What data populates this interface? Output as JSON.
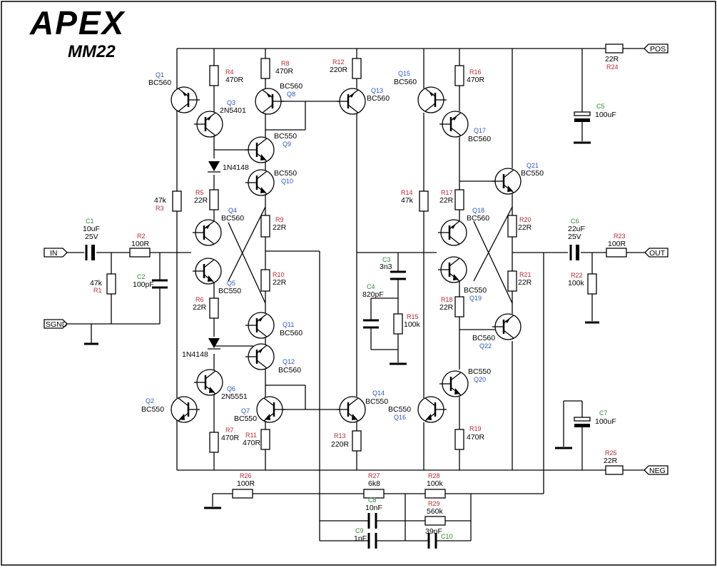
{
  "brand": {
    "logo": "APEX",
    "model": "MM22"
  },
  "ports": {
    "in": "IN",
    "sgnd": "SGND",
    "pos": "POS",
    "out": "OUT",
    "neg": "NEG"
  },
  "components": {
    "C1": {
      "ref": "C1",
      "value": "10uF",
      "value2": "25V"
    },
    "R2": {
      "ref": "R2",
      "value": "100R"
    },
    "R1": {
      "ref": "R1",
      "value": "47k"
    },
    "C2": {
      "ref": "C2",
      "value": "100pF"
    },
    "R3": {
      "ref": "R3",
      "value": "47k"
    },
    "Q1": {
      "ref": "Q1",
      "value": "BC560"
    },
    "R4": {
      "ref": "R4",
      "value": "470R"
    },
    "Q3": {
      "ref": "Q3",
      "value": "2N5401"
    },
    "D1": {
      "value": "1N4148"
    },
    "R5": {
      "ref": "R5",
      "value": "22R"
    },
    "Q4": {
      "ref": "Q4",
      "value": "BC560"
    },
    "Q5": {
      "ref": "Q5",
      "value": "BC550"
    },
    "R6": {
      "ref": "R6",
      "value": "22R"
    },
    "D2": {
      "value": "1N4148"
    },
    "Q6": {
      "ref": "Q6",
      "value": "2N5551"
    },
    "Q2": {
      "ref": "Q2",
      "value": "BC550"
    },
    "R7": {
      "ref": "R7",
      "value": "470R"
    },
    "R8": {
      "ref": "R8",
      "value": "470R"
    },
    "Q8": {
      "ref": "Q8",
      "value": "BC560"
    },
    "Q9": {
      "ref": "Q9",
      "value": "BC550"
    },
    "Q10": {
      "ref": "Q10",
      "value": "BC550"
    },
    "R9": {
      "ref": "R9",
      "value": "22R"
    },
    "R10": {
      "ref": "R10",
      "value": "22R"
    },
    "Q11": {
      "ref": "Q11",
      "value": "BC560"
    },
    "Q12": {
      "ref": "Q12",
      "value": "BC560"
    },
    "Q7": {
      "ref": "Q7",
      "value": "BC550"
    },
    "R11": {
      "ref": "R11",
      "value": "470R"
    },
    "R12": {
      "ref": "R12",
      "value": "220R"
    },
    "Q13": {
      "ref": "Q13",
      "value": "BC560"
    },
    "Q14": {
      "ref": "Q14",
      "value": "BC550"
    },
    "R13": {
      "ref": "R13",
      "value": "220R"
    },
    "C3": {
      "ref": "C3",
      "value": "3n3"
    },
    "C4": {
      "ref": "C4",
      "value": "820pF"
    },
    "R15": {
      "ref": "R15",
      "value": "100k"
    },
    "Q15": {
      "ref": "Q15",
      "value": "BC560"
    },
    "R16": {
      "ref": "R16",
      "value": "470R"
    },
    "Q17": {
      "ref": "Q17",
      "value": "BC560"
    },
    "R14": {
      "ref": "R14",
      "value": "47k"
    },
    "R17": {
      "ref": "R17",
      "value": "22R"
    },
    "Q18": {
      "ref": "Q18",
      "value": "BC560"
    },
    "Q19": {
      "ref": "Q19",
      "value": "BC550"
    },
    "R18": {
      "ref": "R18",
      "value": "22R"
    },
    "Q16": {
      "ref": "Q16",
      "value": "BC550"
    },
    "Q20": {
      "ref": "Q20",
      "value": "BC550"
    },
    "R19": {
      "ref": "R19",
      "value": "470R"
    },
    "Q21": {
      "ref": "Q21",
      "value": "BC550"
    },
    "R20": {
      "ref": "R20",
      "value": "22R"
    },
    "R21": {
      "ref": "R21",
      "value": "22R"
    },
    "Q22": {
      "ref": "Q22",
      "value": "BC560"
    },
    "C6": {
      "ref": "C6",
      "value": "22uF",
      "value2": "25V"
    },
    "R23": {
      "ref": "R23",
      "value": "100R"
    },
    "R22": {
      "ref": "R22",
      "value": "100k"
    },
    "R24": {
      "ref": "R24",
      "value": "22R"
    },
    "C5": {
      "ref": "C5",
      "value": "100uF"
    },
    "C7": {
      "ref": "C7",
      "value": "100uF"
    },
    "R25": {
      "ref": "R25",
      "value": "22R"
    },
    "R26": {
      "ref": "R26",
      "value": "100R"
    },
    "R27": {
      "ref": "R27",
      "value": "6k8"
    },
    "R28": {
      "ref": "R28",
      "value": "100k"
    },
    "C8": {
      "ref": "C8",
      "value": "10nF"
    },
    "R29": {
      "ref": "R29",
      "value": "560k"
    },
    "C9": {
      "ref": "C9",
      "value": "1nF"
    },
    "C10": {
      "ref": "C10",
      "value": "39nF"
    }
  }
}
